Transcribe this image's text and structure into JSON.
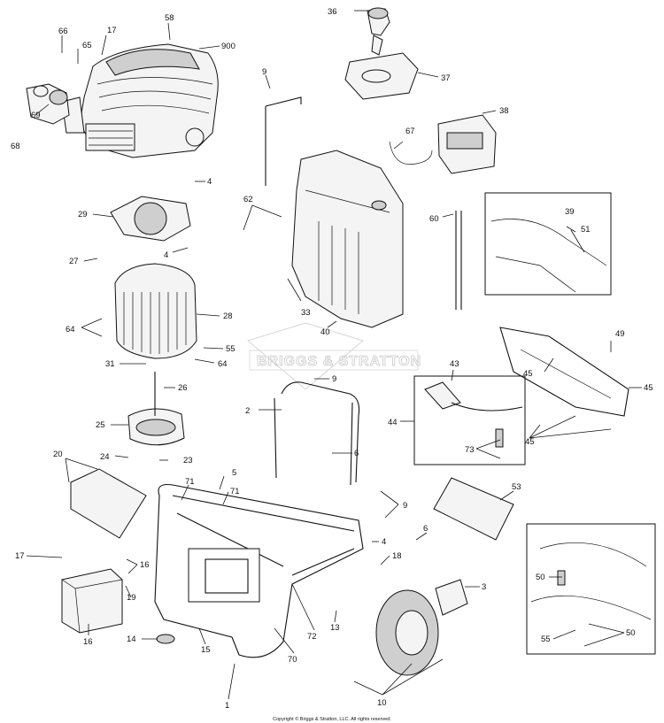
{
  "watermark": {
    "text": "BRIGGS & STRATTON"
  },
  "copyright": "Copyright © Briggs & Stratton, LLC. All rights reserved.",
  "labels": {
    "l58": "58",
    "l66": "66",
    "l65": "65",
    "l17a": "17",
    "l900": "900",
    "l36": "36",
    "l37": "37",
    "l38": "38",
    "l9a": "9",
    "l69": "69",
    "l68": "68",
    "l4a": "4",
    "l29": "29",
    "l62": "62",
    "l67": "67",
    "l60": "60",
    "l39": "39",
    "l51": "51",
    "l27": "27",
    "l4b": "4",
    "l33": "33",
    "l28": "28",
    "l64a": "64",
    "l40": "40",
    "l55a": "55",
    "l64b": "64",
    "l31": "31",
    "l9b": "9",
    "l49": "49",
    "l45a": "45",
    "l45b": "45",
    "l43": "43",
    "l26": "26",
    "l2": "2",
    "l44": "44",
    "l45c": "45",
    "l25": "25",
    "l73": "73",
    "l20": "20",
    "l24": "24",
    "l23": "23",
    "l6a": "6",
    "l5": "5",
    "l71a": "71",
    "l71b": "71",
    "l9c": "9",
    "l53": "53",
    "l4c": "4",
    "l6b": "6",
    "l18": "18",
    "l17b": "17",
    "l16a": "16",
    "l19": "19",
    "l50a": "50",
    "l50b": "50",
    "l3": "3",
    "l55b": "55",
    "l16b": "16",
    "l14": "14",
    "l15": "15",
    "l72": "72",
    "l13": "13",
    "l70": "70",
    "l1": "1",
    "l10": "10"
  }
}
